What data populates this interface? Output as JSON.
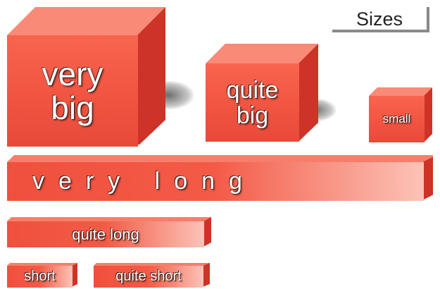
{
  "title": "Sizes",
  "blocks": {
    "very_big": "very big",
    "quite_big": "quite big",
    "small": "small",
    "very_long": "very long",
    "quite_long": "quite long",
    "short": "short",
    "quite_short": "quite short"
  },
  "colors": {
    "block_front": "#f15541",
    "block_top": "#fa8e7c",
    "block_side": "#c42b20",
    "label_text": "#ffffff",
    "label_outline": "#4a1f18"
  }
}
